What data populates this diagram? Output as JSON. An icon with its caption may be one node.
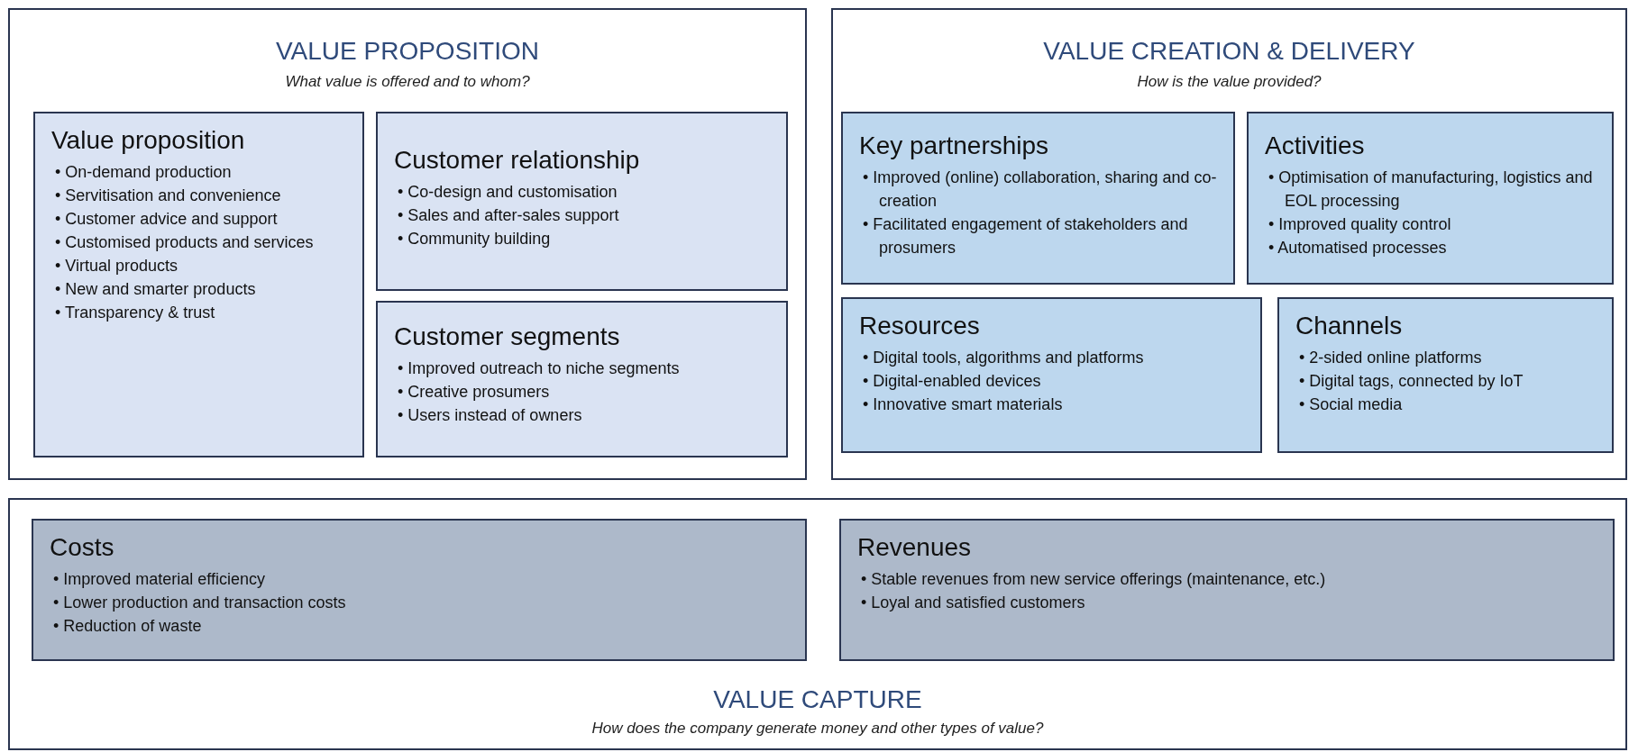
{
  "diagram": {
    "nodes": [
      {
        "text": [
          "VALUE PROPOSITION",
          "What value is offered and to whom?"
        ]
      },
      {
        "text": [
          "Value proposition",
          "• On-demand production",
          "• Servitisation and convenience",
          "• Customer advice and support",
          "• Customised products and services",
          "• Virtual products",
          "• New and smarter products",
          "• Transparency & trust"
        ],
        "in": 0
      },
      {
        "text": [
          "Customer relationship",
          "• Co-design and customisation",
          "• Sales and after-sales support",
          "• Community building"
        ],
        "in": 0
      },
      {
        "text": [
          "Customer segments",
          "• Improved outreach to niche segments",
          "• Creative prosumers",
          "• Users instead of owners"
        ],
        "in": 0
      },
      {
        "text": [
          "VALUE CREATION & DELIVERY",
          "How is the value provided?"
        ]
      },
      {
        "text": [
          "Key partnerships",
          "• Improved (online) collaboration, sharing and co-creation",
          "• Facilitated engagement of stakeholders and prosumers"
        ],
        "in": 4
      },
      {
        "text": [
          "Activities",
          "• Optimisation of manufacturing, logistics and EOL processing",
          "• Improved quality control",
          "• Automatised processes"
        ],
        "in": 4
      },
      {
        "text": [
          "Resources",
          "• Digital tools, algorithms and platforms",
          "• Digital-enabled devices",
          "• Innovative smart materials"
        ],
        "in": 4
      },
      {
        "text": [
          "Channels",
          "• 2-sided online platforms",
          "• Digital tags, connected by IoT",
          "• Social media"
        ],
        "in": 4
      },
      {
        "text": [
          "VALUE CAPTURE",
          "How does the company generate money and other types of value?"
        ]
      },
      {
        "text": [
          "Costs",
          "• Improved material efficiency",
          "• Lower production and transaction costs",
          "• Reduction of waste"
        ],
        "in": 9
      },
      {
        "text": [
          "Revenues",
          "• Stable revenues from new service offerings (maintenance, etc.)",
          "• Loyal and satisfied customers"
        ],
        "in": 9
      }
    ]
  }
}
